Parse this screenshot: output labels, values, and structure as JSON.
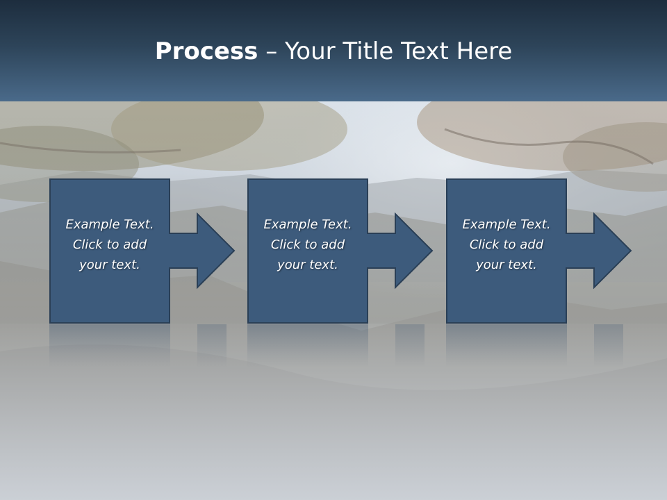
{
  "slide": {
    "title_bold": "Process",
    "title_rest": " – Your Title Text Here"
  },
  "steps": [
    {
      "line1": "Example Text.",
      "line2": "Click  to add",
      "line3": "your text."
    },
    {
      "line1": "Example Text.",
      "line2": "Click  to add",
      "line3": "your text."
    },
    {
      "line1": "Example Text.",
      "line2": "Click  to add",
      "line3": "your text."
    }
  ],
  "colors": {
    "box_fill": "#3d5b7c",
    "box_stroke": "#2a3f56",
    "title_band": "#2d4459"
  }
}
